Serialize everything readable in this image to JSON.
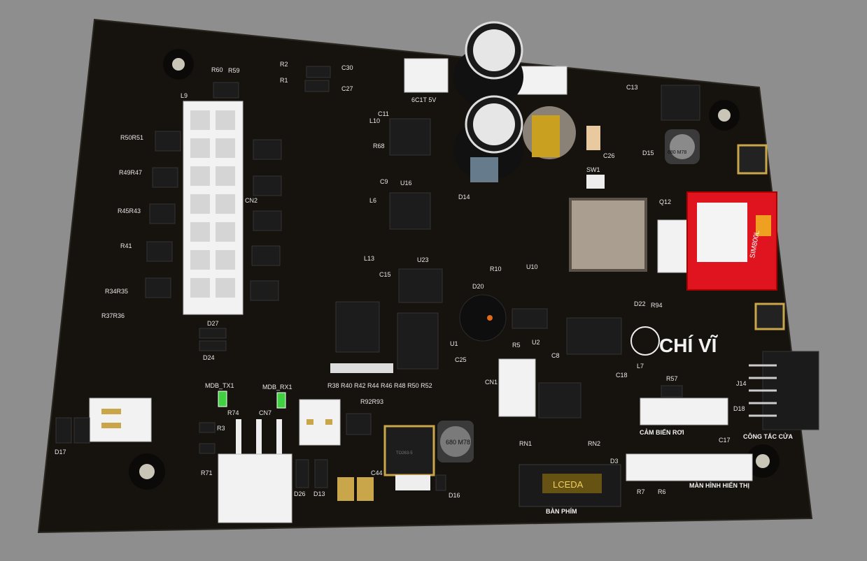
{
  "board": {
    "brand": "CHÍ VĨ",
    "colors": {
      "background": "#8e8e8e",
      "pcb": "#16130f",
      "silkscreen": "#e8e8e8",
      "pad": "#c9a64a",
      "led": "#3fd13f",
      "sim_module": "#e0141e"
    },
    "labels": {
      "mdb_tx": "MDB_TX1",
      "mdb_rx": "MDB_RX1",
      "r74": "R74",
      "cn7": "CN7",
      "r3": "R3",
      "r71": "R71",
      "d26": "D26",
      "d13": "D13",
      "c44": "C44",
      "d17": "D17",
      "d16": "D16",
      "r92r93": "R92R93",
      "to263": "TO263-5",
      "inductor": "680 M78",
      "inductor2": "680 M78",
      "ban_phim": "BÀN PHÍM",
      "lceda": "LCEDA",
      "cam_bien_roi": "CẢM BIẾN RƠI",
      "cong_tac_cua": "CÔNG TẮC CỬA",
      "man_hinh": "MÀN HÌNH HIỂN THỊ",
      "sim": "SIM800L",
      "conn_5v": "6C1T 5V",
      "d27": "D27",
      "d24": "D24",
      "u1": "U1",
      "u2": "U2",
      "c25": "C25",
      "cn1": "CN1",
      "d20": "D20",
      "r10": "R10",
      "rn1": "RN1",
      "rn2": "RN2",
      "d3": "D3",
      "r7": "R7",
      "r6": "R6",
      "r57": "R57",
      "d18": "D18",
      "c17": "C17",
      "j14": "J14",
      "cn2": "CN2",
      "l6": "L6",
      "u16": "U16",
      "c9": "C9",
      "l10": "L10",
      "c11": "C11",
      "r68": "R68",
      "r2": "R2",
      "r1": "R1",
      "c30": "C30",
      "c27": "C27",
      "r60": "R60",
      "r59": "R59",
      "l9": "L9",
      "d14": "D14",
      "c26": "C26",
      "d15": "D15",
      "sw1": "SW1",
      "q12": "Q12",
      "d22": "D22",
      "r94": "R94",
      "c13": "C13",
      "l13": "L13",
      "c15": "C15",
      "u23": "U23",
      "c18": "C18",
      "l7": "L7",
      "c8": "C8",
      "u10": "U10",
      "r5": "R5",
      "r38_r52": "R38 R40 R42 R44 R46 R48 R50 R52",
      "left_res": [
        "R50R51",
        "R49R47",
        "R45R43",
        "R41",
        "R34R35",
        "R37R36"
      ]
    }
  }
}
